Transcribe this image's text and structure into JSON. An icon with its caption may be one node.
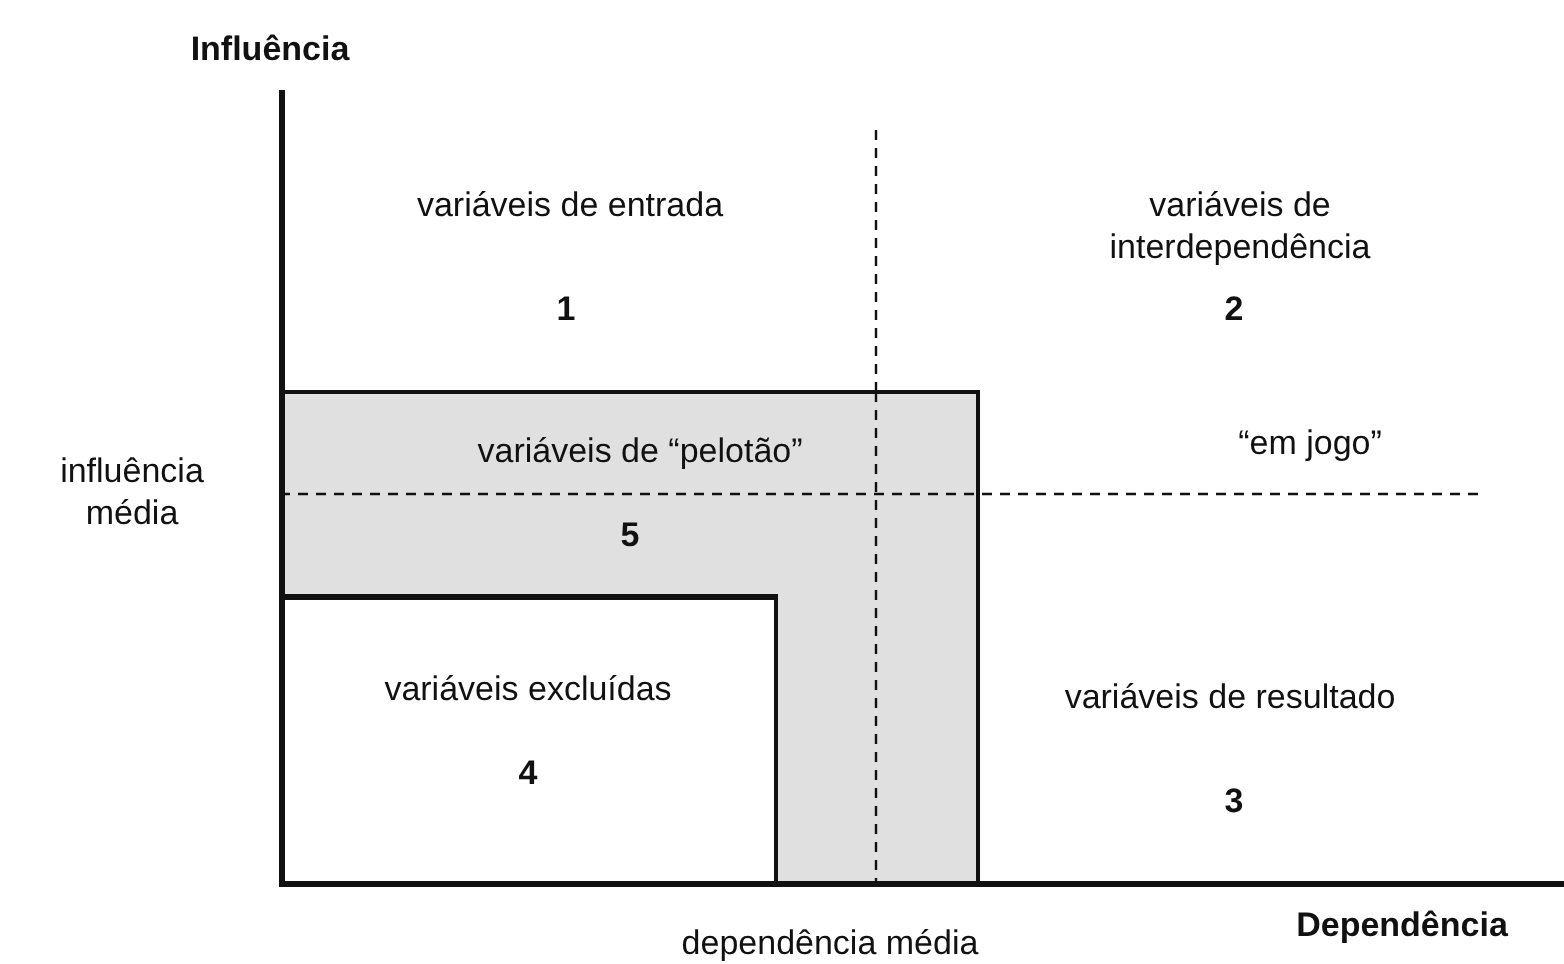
{
  "diagram": {
    "nodes": [
      {
        "text": [
          "variáveis de “pelotão”",
          "5"
        ]
      },
      {
        "text": [
          "variáveis excluídas",
          "4"
        ]
      }
    ],
    "edges": [],
    "labels": [
      "Influência",
      "variáveis de entrada",
      "1",
      "variáveis de interdependência",
      "2",
      "influência média",
      "“em jogo”",
      "variáveis de resultado",
      "3",
      "Dependência",
      "dependência média"
    ]
  }
}
